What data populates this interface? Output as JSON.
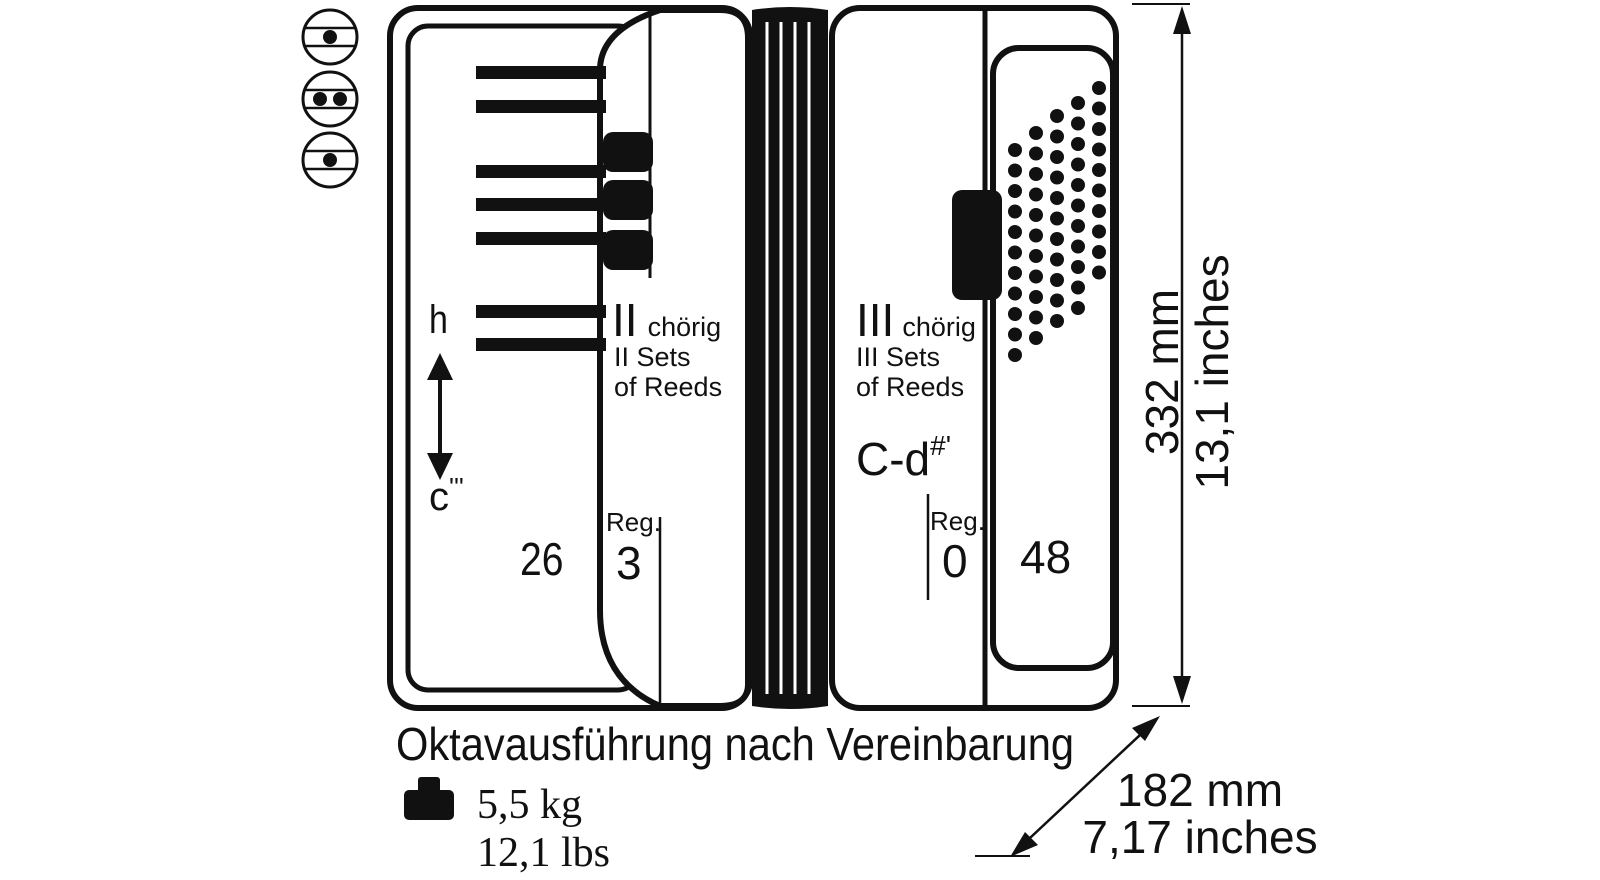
{
  "register_symbols": [
    {
      "name": "register-symbol-1",
      "dots": 1
    },
    {
      "name": "register-symbol-2",
      "dots": 2
    },
    {
      "name": "register-symbol-3",
      "dots": 1
    }
  ],
  "treble": {
    "range_high": "h",
    "range_low": "c",
    "range_low_marks": "'''",
    "key_count": "26",
    "reed_title_roman": "II",
    "reed_title_word": "chörig",
    "reed_line1": "II Sets",
    "reed_line2": "of Reeds",
    "register_label": "Reg.",
    "register_count": "3"
  },
  "bass": {
    "reed_title_roman": "III",
    "reed_title_word": "chörig",
    "reed_line1": "III Sets",
    "reed_line2": "of Reeds",
    "range": "C-d",
    "range_sup": "#'",
    "register_label": "Reg.",
    "register_count": "0",
    "button_count": "48"
  },
  "dimensions": {
    "height_mm": "332 mm",
    "height_in": "13,1 inches",
    "depth_mm": "182 mm",
    "depth_in": "7,17 inches"
  },
  "note": "Oktavausführung nach Vereinbarung",
  "weight": {
    "icon": "weight-icon",
    "kg": "5,5 kg",
    "lbs": "12,1 lbs"
  },
  "colors": {
    "ink": "#111111",
    "background": "#ffffff"
  }
}
